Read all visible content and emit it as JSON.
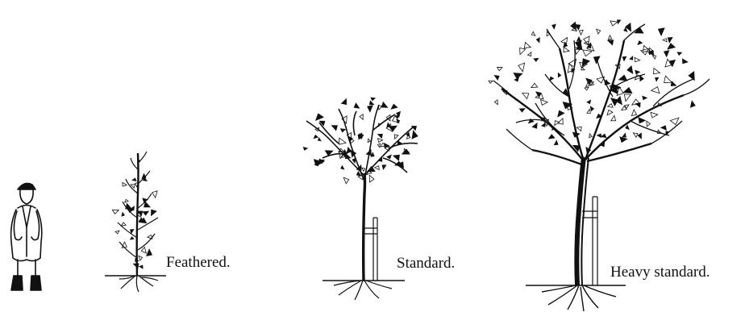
{
  "illustration": {
    "figures": [
      {
        "id": "person",
        "kind": "human-scale-figure"
      },
      {
        "id": "feathered",
        "kind": "tree",
        "caption": "Feathered."
      },
      {
        "id": "standard",
        "kind": "tree",
        "caption": "Standard."
      },
      {
        "id": "heavy-standard",
        "kind": "tree",
        "caption": "Heavy standard."
      }
    ],
    "colors": {
      "ink": "#111111",
      "paper": "#ffffff"
    }
  }
}
